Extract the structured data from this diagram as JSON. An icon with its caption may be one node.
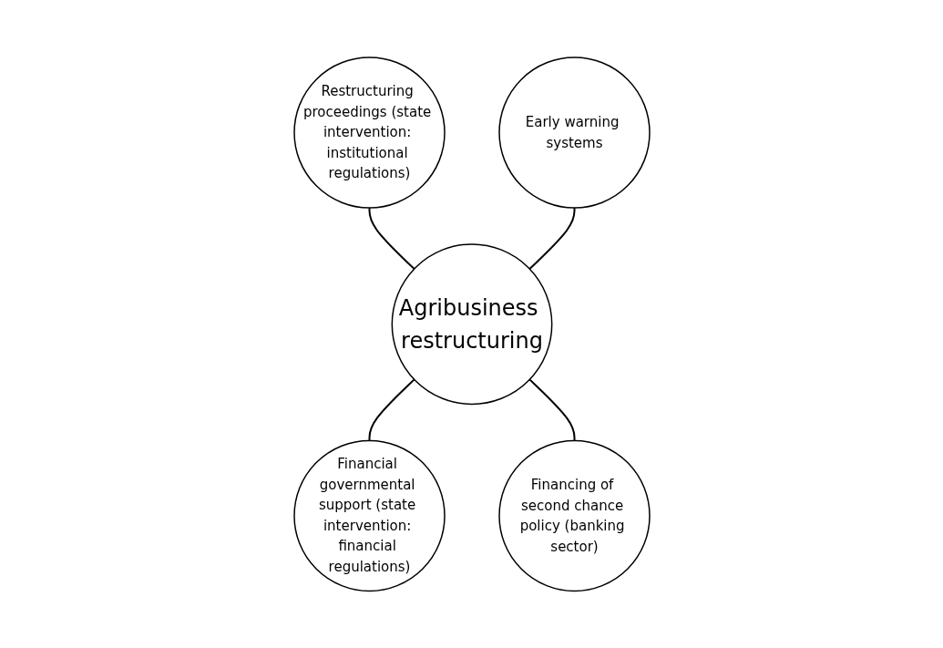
{
  "diagram": {
    "nodes": [
      {
        "text": [
          "Restructuring proceedings (state intervention: institutional regulations)"
        ]
      },
      {
        "text": [
          "Early warning systems"
        ]
      },
      {
        "text": [
          "Agribusiness restructuring"
        ]
      },
      {
        "text": [
          "Financial governmental support (state intervention: financial regulations)"
        ]
      },
      {
        "text": [
          "Financing of second chance policy (banking sector)"
        ]
      }
    ],
    "edges": [
      {
        "from": 0,
        "to": 2,
        "arrow": "none"
      },
      {
        "from": 1,
        "to": 2,
        "arrow": "none"
      },
      {
        "from": 2,
        "to": 3,
        "arrow": "none"
      },
      {
        "from": 2,
        "to": 4,
        "arrow": "none"
      }
    ]
  }
}
